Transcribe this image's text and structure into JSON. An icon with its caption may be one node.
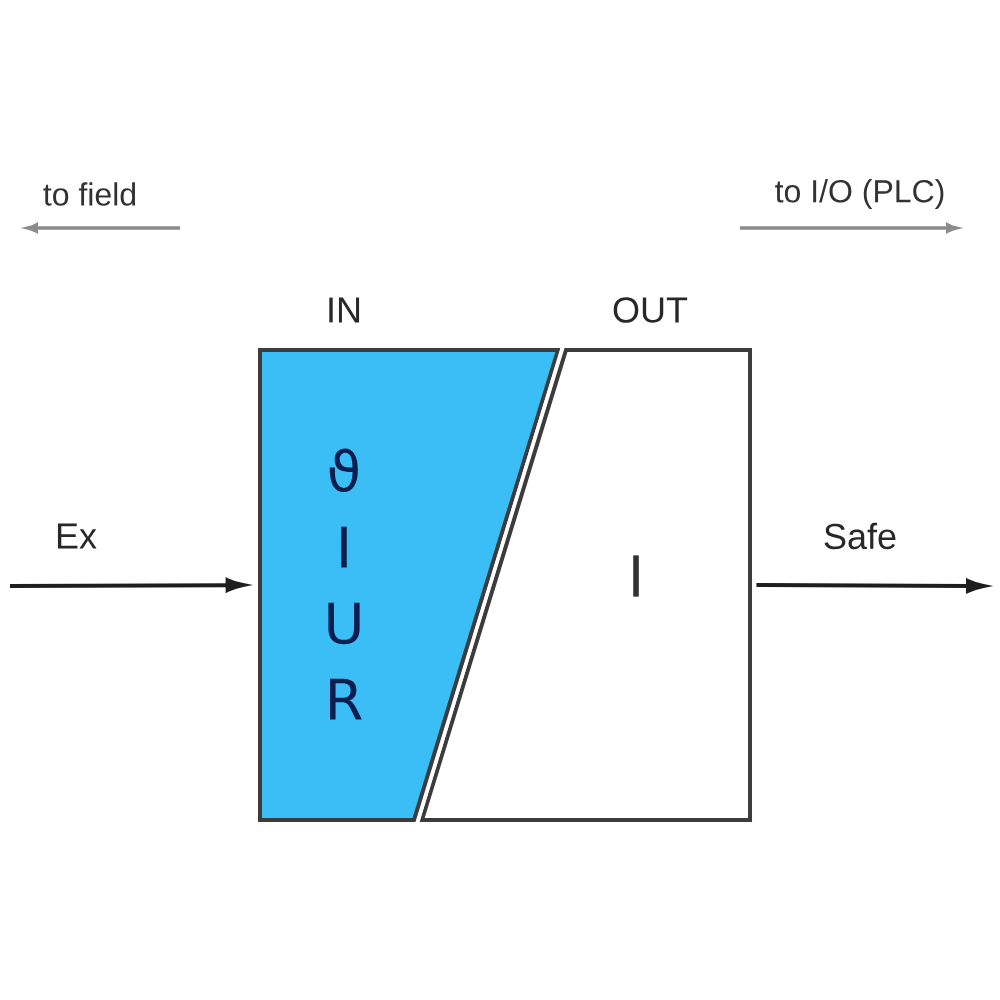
{
  "diagram": {
    "nodes": [
      {
        "text": [
          "IN",
          "ϑ I U R"
        ]
      },
      {
        "text": [
          "OUT",
          "I"
        ]
      }
    ],
    "edges": [
      {
        "from": null,
        "to": 0,
        "arrow": "to",
        "label": "Ex"
      },
      {
        "from": 1,
        "to": null,
        "arrow": "to",
        "label": "Safe"
      }
    ],
    "labels": [
      "to field",
      "to I/O (PLC)"
    ]
  }
}
